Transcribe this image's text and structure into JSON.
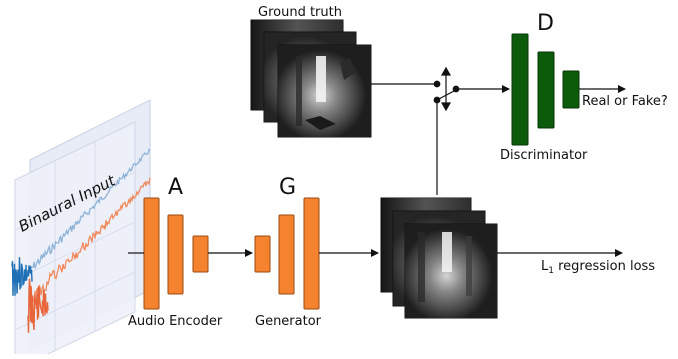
{
  "labels": {
    "binaural_input": "Binaural Input",
    "audio_encoder_letter": "A",
    "audio_encoder": "Audio Encoder",
    "generator_letter": "G",
    "generator": "Generator",
    "ground_truth": "Ground truth",
    "discriminator_letter": "D",
    "discriminator": "Discriminator",
    "real_or_fake": "Real or Fake?",
    "regression_loss_l": "L",
    "regression_loss_sub": "1",
    "regression_loss_rest": " regression loss"
  },
  "colors": {
    "encoder_fill": "#F5822E",
    "encoder_stroke": "#9C4A10",
    "discriminator_fill": "#0B5B0B",
    "discriminator_stroke": "#063606",
    "wave_blue": "#8FB4D8",
    "wave_orange": "#F08A5D",
    "wave_blue_dark": "#1F6FB5",
    "wave_orange_dark": "#E8653A"
  },
  "icons": [
    "arrow-right-icon",
    "switch-icon"
  ]
}
